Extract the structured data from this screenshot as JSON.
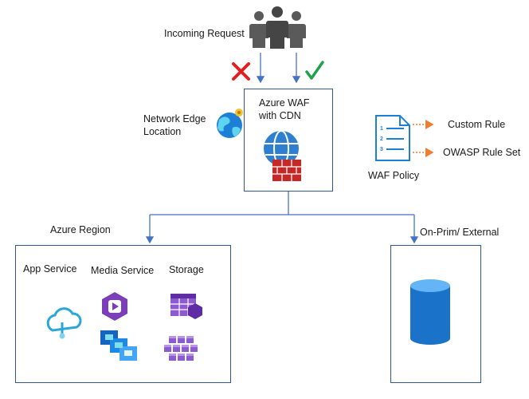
{
  "labels": {
    "incoming_request": "Incoming Request",
    "network_edge": "Network Edge\nLocation",
    "azure_waf": "Azure WAF\nwith CDN",
    "waf_policy": "WAF Policy",
    "custom_rule": "Custom Rule",
    "owasp_rule_set": "OWASP Rule Set",
    "azure_region": "Azure Region",
    "on_prem": "On-Prim/ External",
    "app_service": "App Service",
    "media_service": "Media Service",
    "storage": "Storage"
  },
  "icons": {
    "users": "users-group-icon",
    "deny": "red-x-icon",
    "allow": "green-check-icon",
    "globe": "globe-pin-icon",
    "waf": "waf-firewall-icon",
    "policy": "policy-document-icon",
    "app_service": "cloud-app-icon",
    "media": "media-play-icon",
    "storage": "storage-table-icon",
    "database": "database-cylinder-icon"
  },
  "colors": {
    "line": "#4472c4",
    "box_border": "#2f5597",
    "deny": "#e02020",
    "allow": "#1fa34a",
    "orange_arrow": "#ed7d31"
  }
}
